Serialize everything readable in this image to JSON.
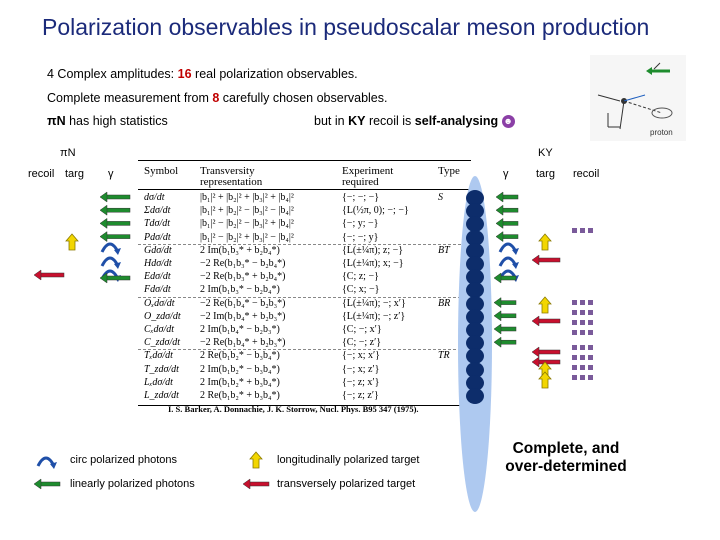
{
  "title": "Polarization observables in pseudoscalar meson production",
  "line1": {
    "prefix": "4 Complex amplitudes:",
    "count": "16",
    "suffix": "real polarization observables."
  },
  "line2": {
    "prefix": "Complete measurement from",
    "count": "8",
    "suffix": "carefully chosen observables."
  },
  "line3": {
    "left_bold": "πN",
    "left_rest": "has high statistics",
    "right_pre": "but in",
    "right_bold1": "KY",
    "right_mid": "recoil is",
    "right_bold2": "self-analysing",
    "smiley": "☻"
  },
  "inset": {
    "label": "proton"
  },
  "columns_left": {
    "group": "πN",
    "recoil": "recoil",
    "targ": "targ",
    "gamma": "γ"
  },
  "columns_right": {
    "group": "KY",
    "gamma": "γ",
    "targ": "targ",
    "recoil": "recoil"
  },
  "table": {
    "headers": {
      "symbol": "Symbol",
      "transversity": "Transversity representation",
      "experiment": "Experiment required",
      "type": "Type"
    },
    "rows": [
      {
        "symbol": "dσ/dt",
        "rep": "|b₁|² + |b₂|² + |b₃|² + |b₄|²",
        "exp": "{−; −; −}",
        "type": "S"
      },
      {
        "symbol": "Σdσ/dt",
        "rep": "|b₁|² + |b₂|² − |b₃|² − |b₄|²",
        "exp": "{L(½π, 0); −; −}",
        "type": ""
      },
      {
        "symbol": "Tdσ/dt",
        "rep": "|b₁|² − |b₂|² − |b₃|² + |b₄|²",
        "exp": "{−; y; −}",
        "type": ""
      },
      {
        "symbol": "Pdσ/dt",
        "rep": "|b₁|² − |b₂|² + |b₃|² − |b₄|²",
        "exp": "{−; −; y}",
        "type": ""
      },
      {
        "symbol": "Gdσ/dt",
        "rep": "2 Im(b₁b₃* + b₂b₄*)",
        "exp": "{L(±¼π); z; −}",
        "type": "BT"
      },
      {
        "symbol": "Hdσ/dt",
        "rep": "−2 Re(b₁b₃* − b₂b₄*)",
        "exp": "{L(±¼π); x; −}",
        "type": ""
      },
      {
        "symbol": "Edσ/dt",
        "rep": "−2 Re(b₁b₃* + b₂b₄*)",
        "exp": "{C; z; −}",
        "type": ""
      },
      {
        "symbol": "Fdσ/dt",
        "rep": "2 Im(b₁b₃* − b₂b₄*)",
        "exp": "{C; x; −}",
        "type": ""
      },
      {
        "symbol": "Oₓdσ/dt",
        "rep": "−2 Re(b₁b₄* − b₂b₃*)",
        "exp": "{L(±¼π); −; x′}",
        "type": "BR"
      },
      {
        "symbol": "O_zdσ/dt",
        "rep": "−2 Im(b₁b₄* + b₂b₃*)",
        "exp": "{L(±¼π); −; z′}",
        "type": ""
      },
      {
        "symbol": "Cₓdσ/dt",
        "rep": "2 Im(b₁b₄* − b₂b₃*)",
        "exp": "{C; −; x′}",
        "type": ""
      },
      {
        "symbol": "C_zdσ/dt",
        "rep": "−2 Re(b₁b₄* + b₂b₃*)",
        "exp": "{C; −; z′}",
        "type": ""
      },
      {
        "symbol": "Tₓdσ/dt",
        "rep": "2 Re(b₁b₂* − b₃b₄*)",
        "exp": "{−; x; x′}",
        "type": "TR"
      },
      {
        "symbol": "T_zdσ/dt",
        "rep": "2 Im(b₁b₂* − b₃b₄*)",
        "exp": "{−; x; z′}",
        "type": ""
      },
      {
        "symbol": "Lₓdσ/dt",
        "rep": "2 Im(b₁b₂* + b₃b₄*)",
        "exp": "{−; z; x′}",
        "type": ""
      },
      {
        "symbol": "L_zdσ/dt",
        "rep": "2 Re(b₁b₂* + b₃b₄*)",
        "exp": "{−; z; z′}",
        "type": ""
      }
    ]
  },
  "reference": "I. S. Barker, A. Donnachie, J. K. Storrow, Nucl. Phys. B95 347 (1975).",
  "legend": {
    "circ": "circ polarized photons",
    "linear": "linearly polarized photons",
    "long": "longitudinally polarized target",
    "trans": "transversely polarized target"
  },
  "conclusion": {
    "line1": "Complete, and",
    "line2": "over-determined"
  },
  "colors": {
    "title": "#1b2a7a",
    "highlight": "#c00000",
    "oval": "#0d2d6b",
    "blob": "#aec9f0",
    "green_arrow": "#1e8c2e",
    "red_arrow": "#c8102e",
    "yellow_arrow": "#f2d600",
    "square": "#7a5a9a"
  }
}
